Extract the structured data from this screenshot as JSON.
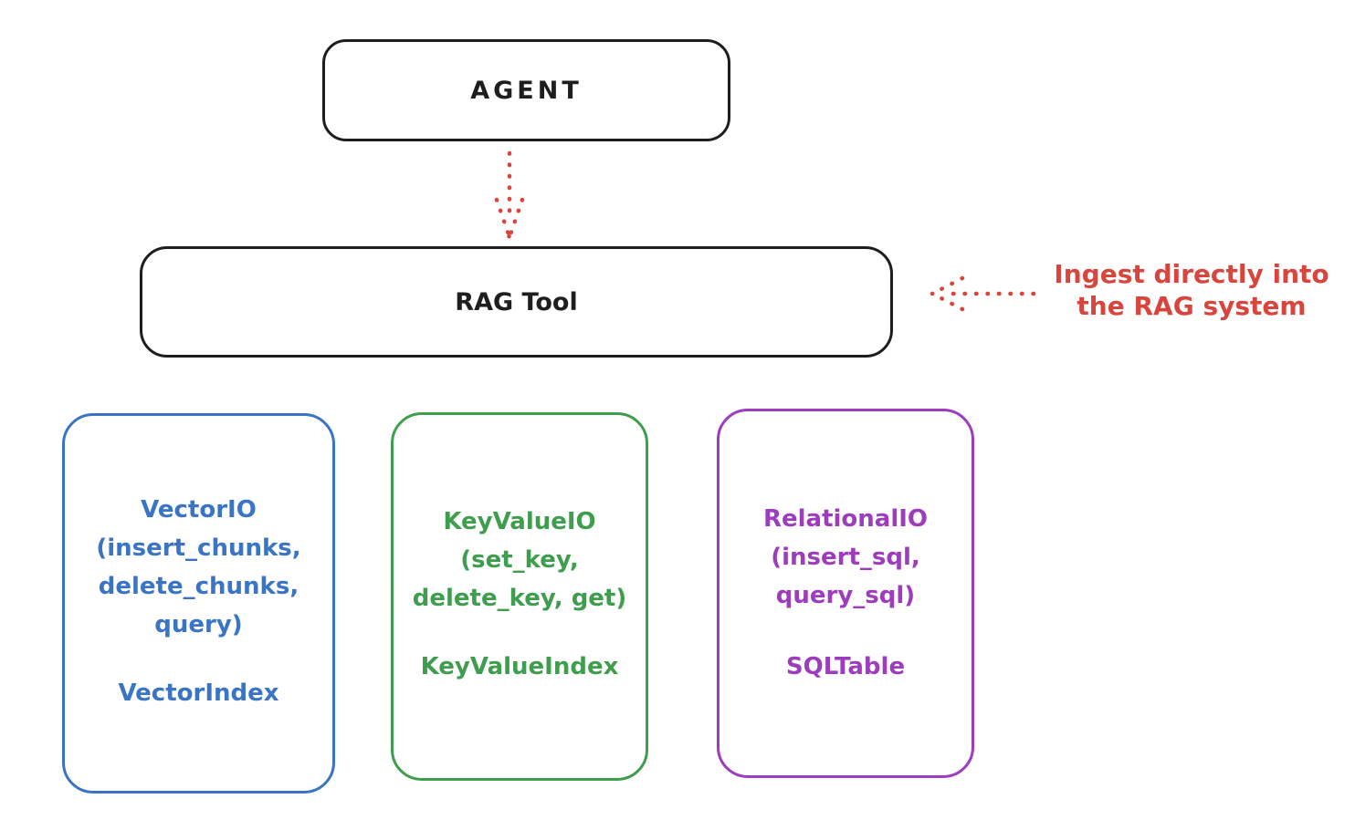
{
  "nodes": {
    "agent": {
      "label": "AGENT"
    },
    "rag_tool": {
      "label": "RAG Tool"
    },
    "backends": [
      {
        "name": "vector-io",
        "color": "#3a74c4",
        "lines": [
          "VectorIO",
          "(insert_chunks,",
          "delete_chunks,",
          "query)"
        ],
        "index_label": "VectorIndex"
      },
      {
        "name": "keyvalue-io",
        "color": "#3f9e4d",
        "lines": [
          "KeyValueIO",
          "(set_key,",
          "delete_key, get)"
        ],
        "index_label": "KeyValueIndex"
      },
      {
        "name": "relational-io",
        "color": "#9d3cbd",
        "lines": [
          "RelationalIO",
          "(insert_sql,",
          "query_sql)"
        ],
        "index_label": "SQLTable"
      }
    ]
  },
  "annotation": {
    "lines": [
      "Ingest directly into",
      "the RAG system"
    ],
    "color": "#d9453d"
  },
  "arrows": {
    "agent_to_rag_tool": "dotted-red-down-arrow",
    "annotation_to_rag_tool": "dotted-red-left-arrow"
  },
  "colors": {
    "ink": "#1e1e1e",
    "arrow_red": "#d9453d",
    "background": "#ffffff"
  }
}
